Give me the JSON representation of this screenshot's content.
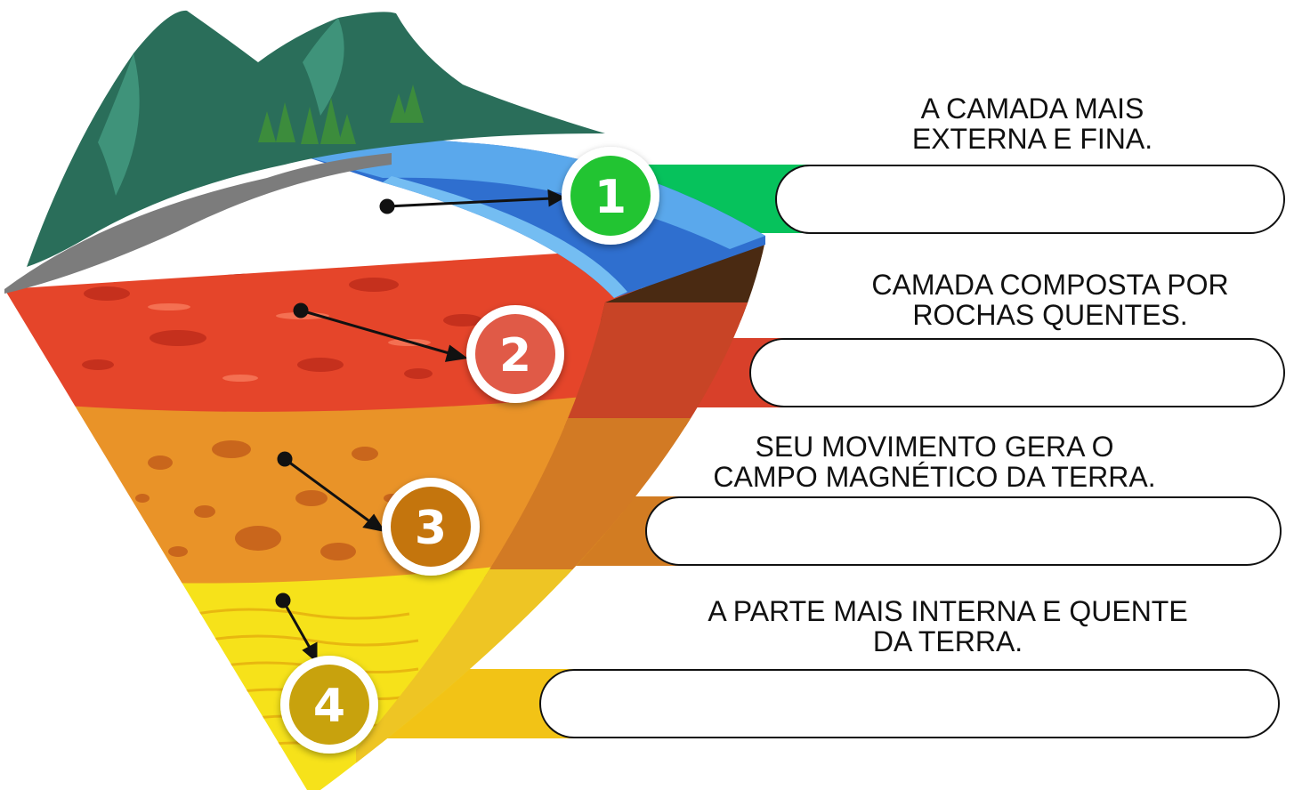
{
  "colors": {
    "layer1": "#06c25c",
    "layer2": "#d8402a",
    "layer3": "#d27c22",
    "layer4": "#f2c316",
    "badge1": "#22c432",
    "badge2": "#e05a46",
    "badge3": "#c4740e",
    "badge4": "#c8a20e"
  },
  "items": [
    {
      "number": "1",
      "clue": "A CAMADA MAIS\nEXTERNA E FINA.",
      "answer": "",
      "placeholder": ""
    },
    {
      "number": "2",
      "clue": "CAMADA COMPOSTA POR\nROCHAS QUENTES.",
      "answer": "",
      "placeholder": ""
    },
    {
      "number": "3",
      "clue": "SEU MOVIMENTO GERA O\nCAMPO MAGNÉTICO DA TERRA.",
      "answer": "",
      "placeholder": ""
    },
    {
      "number": "4",
      "clue": "A PARTE MAIS INTERNA E QUENTE\nDA TERRA.",
      "answer": "",
      "placeholder": ""
    }
  ]
}
